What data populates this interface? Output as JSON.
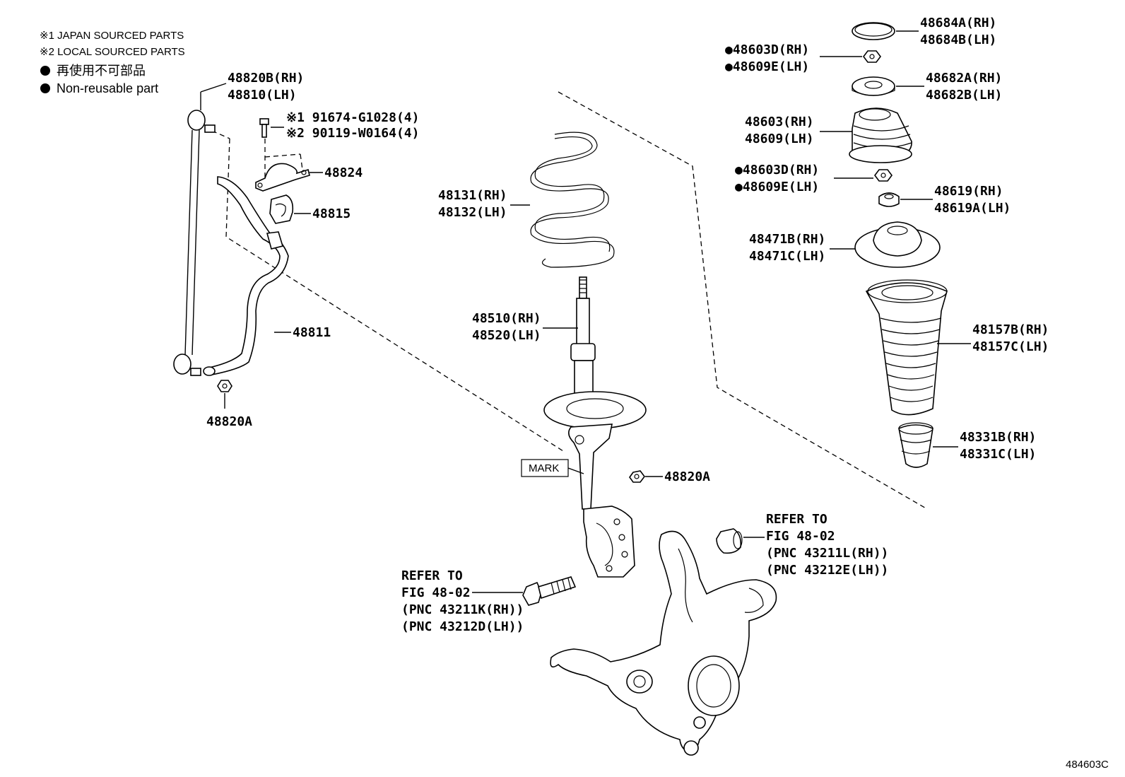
{
  "legend": {
    "japan": "※1 JAPAN SOURCED PARTS",
    "local": "※2 LOCAL SOURCED PARTS",
    "nonreusable_jp": "再使用不可部品",
    "nonreusable_en": "Non-reusable part"
  },
  "labels": {
    "p48820b": "48820B(RH)",
    "p48810": "48810(LH)",
    "p91674": "※1 91674-G1028(4)",
    "p90119": "※2 90119-W0164(4)",
    "p48824": "48824",
    "p48815": "48815",
    "p48811": "48811",
    "p48820a_left": "48820A",
    "p48131": "48131(RH)",
    "p48132": "48132(LH)",
    "p48510": "48510(RH)",
    "p48520": "48520(LH)",
    "mark": "MARK",
    "p48820a_mid": "48820A",
    "refer_left": [
      "REFER TO",
      "FIG 48-02",
      "(PNC 43211K(RH))",
      "(PNC 43212D(LH))"
    ],
    "refer_right": [
      "REFER TO",
      "FIG 48-02",
      "(PNC 43211L(RH))",
      "(PNC 43212E(LH))"
    ],
    "p48684a": "48684A(RH)",
    "p48684b": "48684B(LH)",
    "p48603d_1": "●48603D(RH)",
    "p48609e_1": "●48609E(LH)",
    "p48682a": "48682A(RH)",
    "p48682b": "48682B(LH)",
    "p48603": "48603(RH)",
    "p48609": "48609(LH)",
    "p48603d_2": "●48603D(RH)",
    "p48609e_2": "●48609E(LH)",
    "p48619": "48619(RH)",
    "p48619a": "48619A(LH)",
    "p48471b": "48471B(RH)",
    "p48471c": "48471C(LH)",
    "p48157b": "48157B(RH)",
    "p48157c": "48157C(LH)",
    "p48331b": "48331B(RH)",
    "p48331c": "48331C(LH)",
    "code": "484603C"
  }
}
